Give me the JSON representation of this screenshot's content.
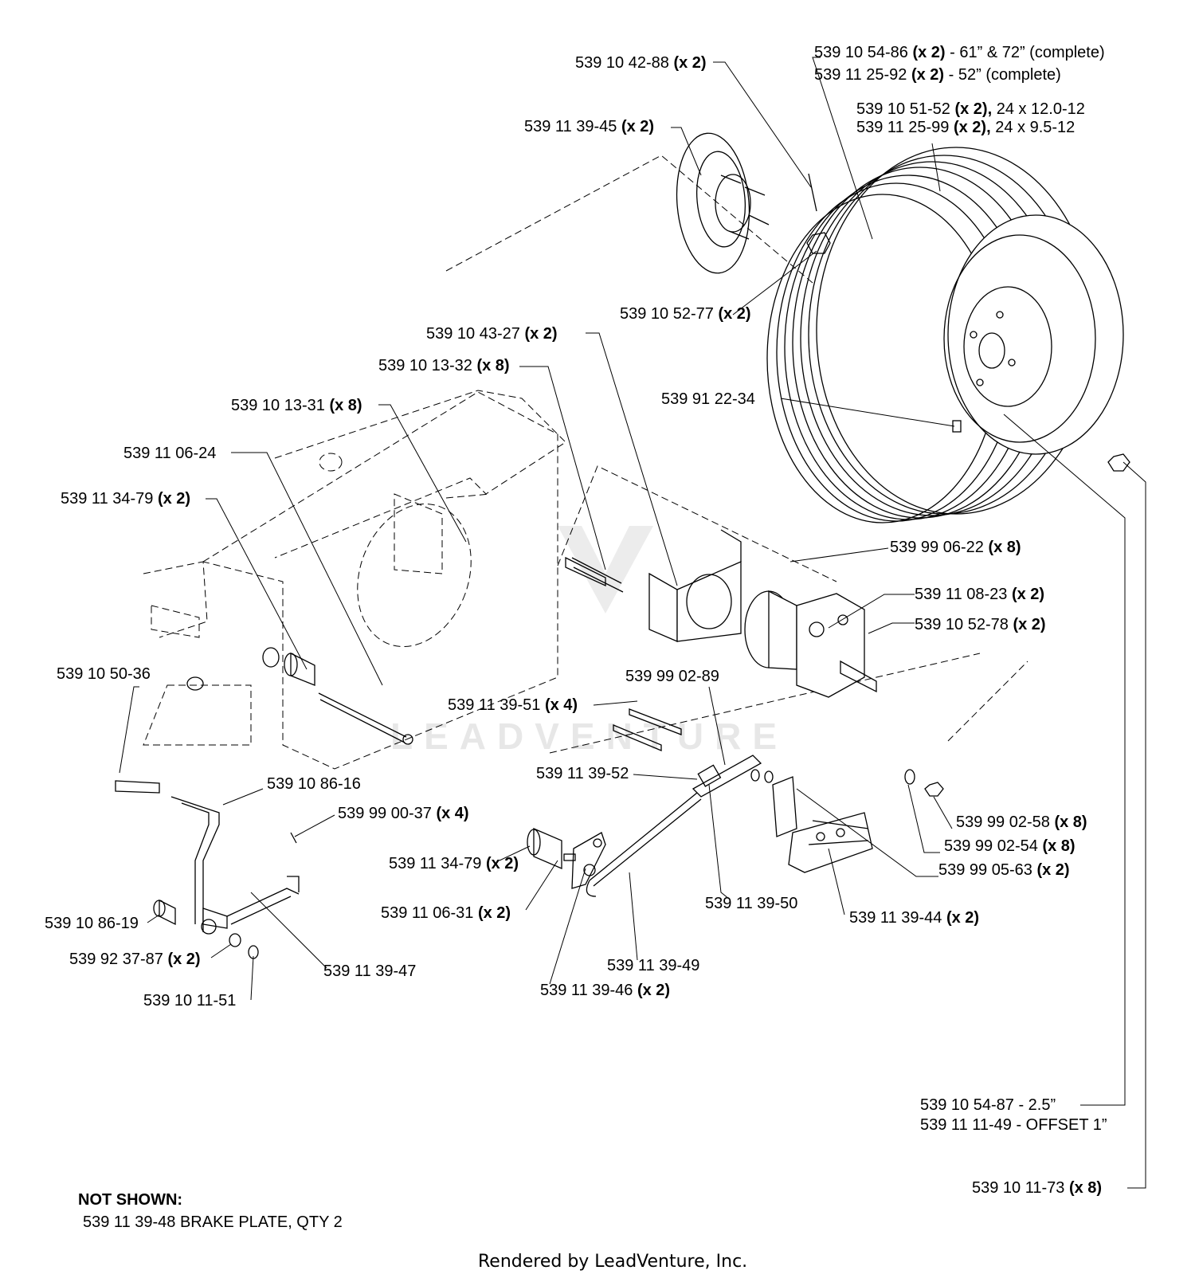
{
  "watermark": "LEADVENTURE",
  "footer": "Rendered by LeadVenture, Inc.",
  "not_shown": {
    "title": "NOT SHOWN:",
    "item": "539 11 39-48 BRAKE PLATE, QTY 2"
  },
  "labels": {
    "p5391042": {
      "num": "539 10 42-88",
      "qty": "(x 2)"
    },
    "p5391139_45": {
      "num": "539 11 39-45",
      "qty": "(x 2)"
    },
    "wheel_a": {
      "num": "539 10 54-86",
      "qty": "(x 2)",
      "desc": " - 61” & 72” (complete)"
    },
    "wheel_b": {
      "num": "539 11 25-92",
      "qty": "(x 2)",
      "desc": " - 52” (complete)"
    },
    "tire_a": {
      "num": "539 10 51-52",
      "qty": "(x 2),",
      "desc": " 24 x 12.0-12"
    },
    "tire_b": {
      "num": "539 11 25-99",
      "qty": "(x 2),",
      "desc": " 24 x 9.5-12"
    },
    "p5391052_77": {
      "num": "539 10 52-77",
      "qty": "(x 2)"
    },
    "p5391043_27": {
      "num": "539 10 43-27",
      "qty": "(x 2)"
    },
    "p5391013_32": {
      "num": "539 10 13-32",
      "qty": "(x 8)"
    },
    "p5399122_34": {
      "num": "539 91 22-34"
    },
    "p5391013_31": {
      "num": "539 10 13-31",
      "qty": "(x 8)"
    },
    "p5391106_24": {
      "num": "539 11 06-24"
    },
    "p5391134_79a": {
      "num": "539 11 34-79",
      "qty": "(x 2)"
    },
    "p5399906_22": {
      "num": "539 99 06-22",
      "qty": "(x 8)"
    },
    "p5391108_23": {
      "num": "539 11 08-23",
      "qty": "(x 2)"
    },
    "p5391052_78": {
      "num": "539 10 52-78",
      "qty": "(x 2)"
    },
    "p5391050_36": {
      "num": "539 10 50-36"
    },
    "p5399902_89": {
      "num": "539 99 02-89"
    },
    "p5391139_51": {
      "num": "539 11 39-51",
      "qty": "(x 4)"
    },
    "p5391139_52": {
      "num": "539 11 39-52"
    },
    "p5391086_16": {
      "num": "539 10 86-16"
    },
    "p5399900_37": {
      "num": "539 99 00-37",
      "qty": "(x 4)"
    },
    "p5399902_58": {
      "num": "539 99 02-58",
      "qty": "(x 8)"
    },
    "p5399902_54": {
      "num": "539 99 02-54",
      "qty": "(x 8)"
    },
    "p5391134_79b": {
      "num": "539 11 34-79",
      "qty": "(x 2)"
    },
    "p5399905_63": {
      "num": "539 99 05-63",
      "qty": "(x 2)"
    },
    "p5391106_31": {
      "num": "539 11 06-31",
      "qty": "(x 2)"
    },
    "p5391139_50": {
      "num": "539 11 39-50"
    },
    "p5391139_44": {
      "num": "539 11 39-44",
      "qty": "(x 2)"
    },
    "p5391086_19": {
      "num": "539 10 86-19"
    },
    "p5399237_87": {
      "num": "539 92 37-87",
      "qty": "(x 2)"
    },
    "p5391139_47": {
      "num": "539 11 39-47"
    },
    "p5391139_49": {
      "num": "539 11 39-49"
    },
    "p5391139_46": {
      "num": "539 11 39-46",
      "qty": "(x 2)"
    },
    "p5391011_51": {
      "num": "539 10 11-51"
    },
    "spacer_a": {
      "num": "539 10 54-87 - 2.5”"
    },
    "spacer_b": {
      "num": "539 11 11-49 - OFFSET 1”"
    },
    "p5391011_73": {
      "num": "539 10 11-73",
      "qty": "(x 8)"
    }
  }
}
